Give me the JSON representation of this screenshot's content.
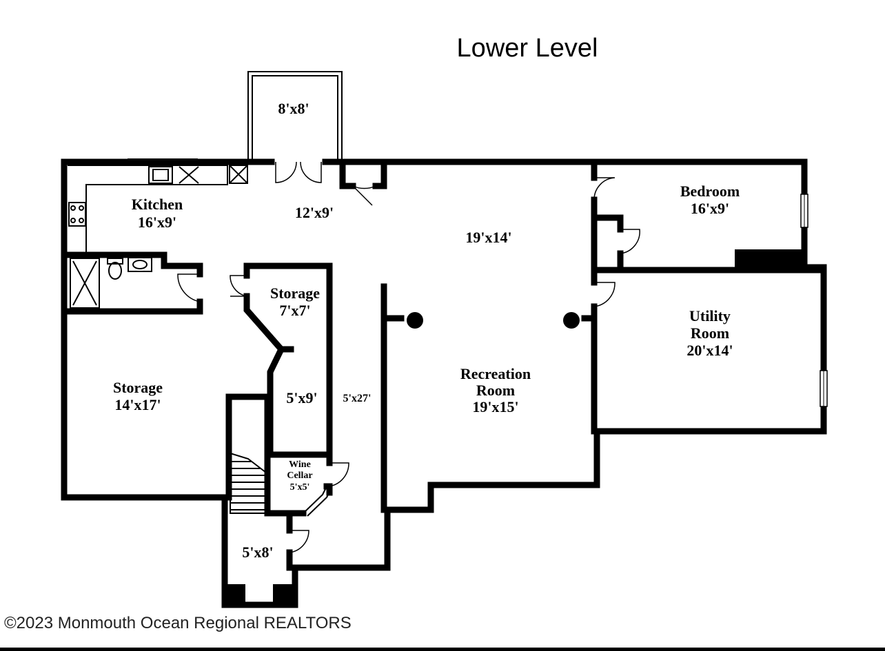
{
  "title": "Lower Level",
  "rooms": {
    "deck": "8'x8'",
    "kitchen_name": "Kitchen",
    "kitchen_size": "16'x9'",
    "foyer_size": "12'x9'",
    "family_size": "19'x14'",
    "bedroom_name": "Bedroom",
    "bedroom_size": "16'x9'",
    "storage_small_name": "Storage",
    "storage_small_size": "7'x7'",
    "utility_line1": "Utility",
    "utility_line2": "Room",
    "utility_size": "20'x14'",
    "storage_large_name": "Storage",
    "storage_large_size": "14'x17'",
    "closet_size": "5'x9'",
    "hall_size": "5'x27'",
    "rec_line1": "Recreation",
    "rec_line2": "Room",
    "rec_size": "19'x15'",
    "wine_line1": "Wine",
    "wine_line2": "Cellar",
    "wine_size": "5'x5'",
    "entry_size": "5'x8'"
  },
  "copyright": "©2023 Monmouth Ocean Regional REALTORS"
}
